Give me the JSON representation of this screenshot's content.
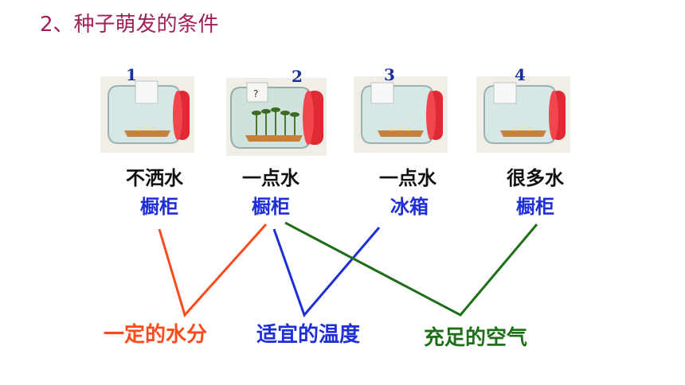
{
  "title": "2、种子萌发的条件",
  "jars": [
    {
      "number": "1",
      "condition": "不洒水",
      "location": "橱柜"
    },
    {
      "number": "2",
      "condition": "一点水",
      "location": "橱柜",
      "tag": "?"
    },
    {
      "number": "3",
      "condition": "一点水",
      "location": "冰箱"
    },
    {
      "number": "4",
      "condition": "很多水",
      "location": "橱柜"
    }
  ],
  "factors": [
    {
      "label": "一定的水分",
      "color": "#ff4a1c"
    },
    {
      "label": "适宜的温度",
      "color": "#1e2fd8"
    },
    {
      "label": "充足的空气",
      "color": "#1f6e1a"
    }
  ]
}
